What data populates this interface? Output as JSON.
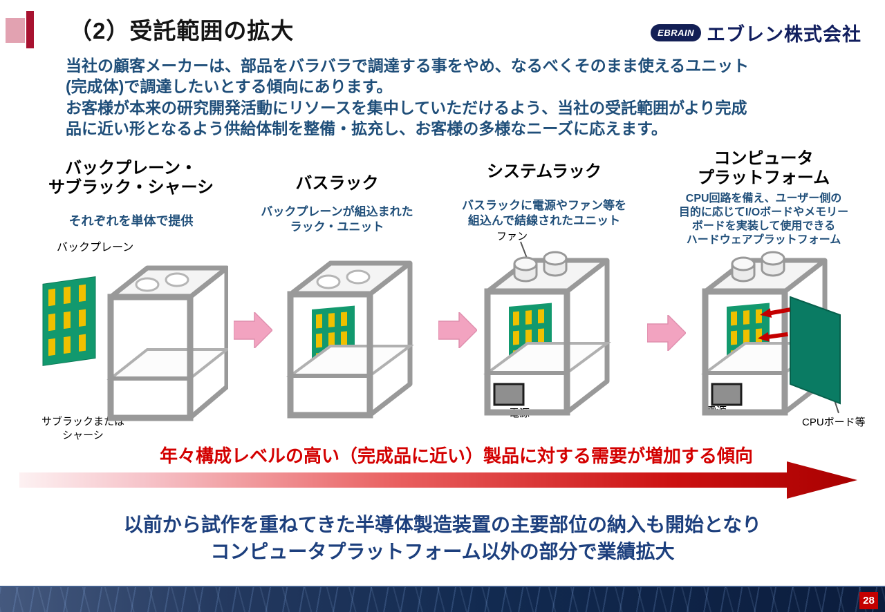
{
  "slide": {
    "title": "（2）受託範囲の拡大",
    "page_number": "28"
  },
  "logo": {
    "mark": "EBRAIN",
    "company": "エブレン株式会社"
  },
  "intro": {
    "text": "当社の顧客メーカーは、部品をバラバラで調達する事をやめ、なるべくそのまま使えるユニット\n(完成体)で調達したいとする傾向にあります。\nお客様が本来の研究開発活動にリソースを集中していただけるよう、当社の受託範囲がより完成\n品に近い形となるよう供給体制を整備・拡充し、お客様の多様なニーズに応えます。"
  },
  "stages": [
    {
      "title": "バックプレーン・\nサブラック・シャーシ",
      "subtitle": "それぞれを単体で提供",
      "labels": {
        "backplane": "バックプレーン",
        "subrack": "サブラックまたは\nシャーシ"
      }
    },
    {
      "title": "バスラック",
      "subtitle": "バックプレーンが組込まれた\nラック・ユニット"
    },
    {
      "title": "システムラック",
      "subtitle": "バスラックに電源やファン等を\n組込んで結線されたユニット",
      "labels": {
        "fan": "ファン",
        "power": "電源"
      }
    },
    {
      "title": "コンピュータ\nプラットフォーム",
      "subtitle": "CPU回路を備え、ユーザー側の\n目的に応じてI/Oボードやメモリー\nボードを実装して使用できる\nハードウェアプラットフォーム",
      "labels": {
        "power": "電源",
        "cpu_board": "CPUボード等"
      }
    }
  ],
  "demand_note": "年々構成レベルの高い（完成品に近い）製品に対する需要が増加する傾向",
  "closing": {
    "text": "以前から試作を重ねてきた半導体製造装置の主要部位の納入も開始となり\nコンピュータプラットフォーム以外の部分で業績拡大"
  },
  "colors": {
    "heading_blue": "#1f4e79",
    "closing_blue": "#1c3f7d",
    "demand_red": "#d30000",
    "arrow_dark_red": "#a80000",
    "pink_transition_arrow": "#f2a3c0",
    "accent_pink": "#e2a2b1",
    "accent_red": "#a81230",
    "board_green": "#12996e",
    "slot_yellow": "#efc000",
    "door_teal": "#0a7b63",
    "rack_gray": "#999999",
    "footer_navy": "#122a50",
    "page_box_red": "#c40000",
    "logo_navy": "#131f55"
  }
}
